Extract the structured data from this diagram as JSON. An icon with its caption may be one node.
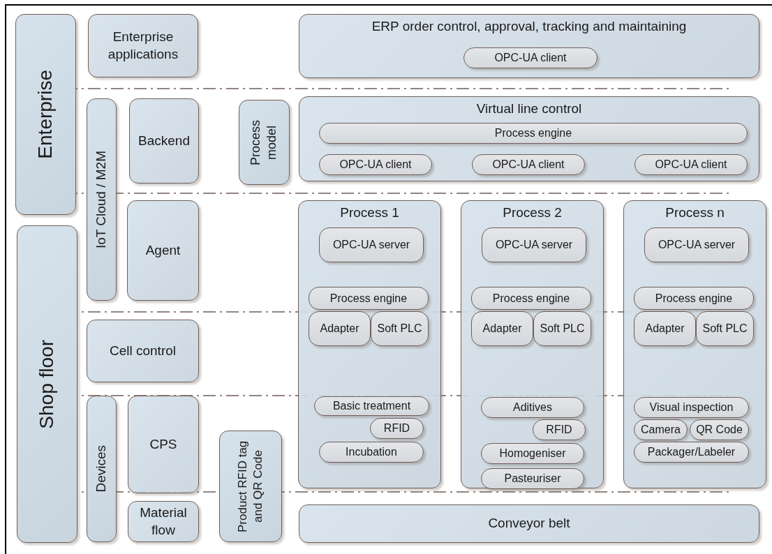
{
  "diagram": {
    "nodes": [
      {
        "text": [
          "Enterprise"
        ]
      },
      {
        "text": [
          "Enterprise applications"
        ]
      },
      {
        "text": [
          "ERP order control, approval, tracking and maintaining"
        ]
      },
      {
        "text": [
          "OPC-UA client"
        ],
        "in": 2
      },
      {
        "text": [
          "IoT Cloud / M2M"
        ]
      },
      {
        "text": [
          "Backend"
        ]
      },
      {
        "text": [
          "Process model"
        ]
      },
      {
        "text": [
          "Virtual line control"
        ]
      },
      {
        "text": [
          "Process engine"
        ],
        "in": 7
      },
      {
        "text": [
          "OPC-UA client"
        ],
        "in": 7
      },
      {
        "text": [
          "OPC-UA client"
        ],
        "in": 7
      },
      {
        "text": [
          "OPC-UA client"
        ],
        "in": 7
      },
      {
        "text": [
          "Shop floor"
        ]
      },
      {
        "text": [
          "Agent"
        ]
      },
      {
        "text": [
          "Process 1"
        ]
      },
      {
        "text": [
          "OPC-UA server"
        ],
        "in": 14
      },
      {
        "text": [
          "Process engine"
        ],
        "in": 14
      },
      {
        "text": [
          "Adapter"
        ],
        "in": 14
      },
      {
        "text": [
          "Soft PLC"
        ],
        "in": 14
      },
      {
        "text": [
          "Basic treatment"
        ],
        "in": 14
      },
      {
        "text": [
          "RFID"
        ],
        "in": 14
      },
      {
        "text": [
          "Incubation"
        ],
        "in": 14
      },
      {
        "text": [
          "Process 2"
        ]
      },
      {
        "text": [
          "OPC-UA server"
        ],
        "in": 22
      },
      {
        "text": [
          "Process engine"
        ],
        "in": 22
      },
      {
        "text": [
          "Adapter"
        ],
        "in": 22
      },
      {
        "text": [
          "Soft PLC"
        ],
        "in": 22
      },
      {
        "text": [
          "Aditives"
        ],
        "in": 22
      },
      {
        "text": [
          "RFID"
        ],
        "in": 22
      },
      {
        "text": [
          "Homogeniser"
        ],
        "in": 22
      },
      {
        "text": [
          "Pasteuriser"
        ],
        "in": 22
      },
      {
        "text": [
          "Process n"
        ]
      },
      {
        "text": [
          "OPC-UA server"
        ],
        "in": 31
      },
      {
        "text": [
          "Process engine"
        ],
        "in": 31
      },
      {
        "text": [
          "Adapter"
        ],
        "in": 31
      },
      {
        "text": [
          "Soft PLC"
        ],
        "in": 31
      },
      {
        "text": [
          "Visual inspection"
        ],
        "in": 31
      },
      {
        "text": [
          "Camera"
        ],
        "in": 31
      },
      {
        "text": [
          "QR Code"
        ],
        "in": 31
      },
      {
        "text": [
          "Packager/Labeler"
        ],
        "in": 31
      },
      {
        "text": [
          "Cell control"
        ]
      },
      {
        "text": [
          "Devices"
        ]
      },
      {
        "text": [
          "CPS"
        ]
      },
      {
        "text": [
          "Product RFID tag and QR Code"
        ]
      },
      {
        "text": [
          "Material flow"
        ]
      },
      {
        "text": [
          "Conveyor belt"
        ]
      }
    ]
  }
}
